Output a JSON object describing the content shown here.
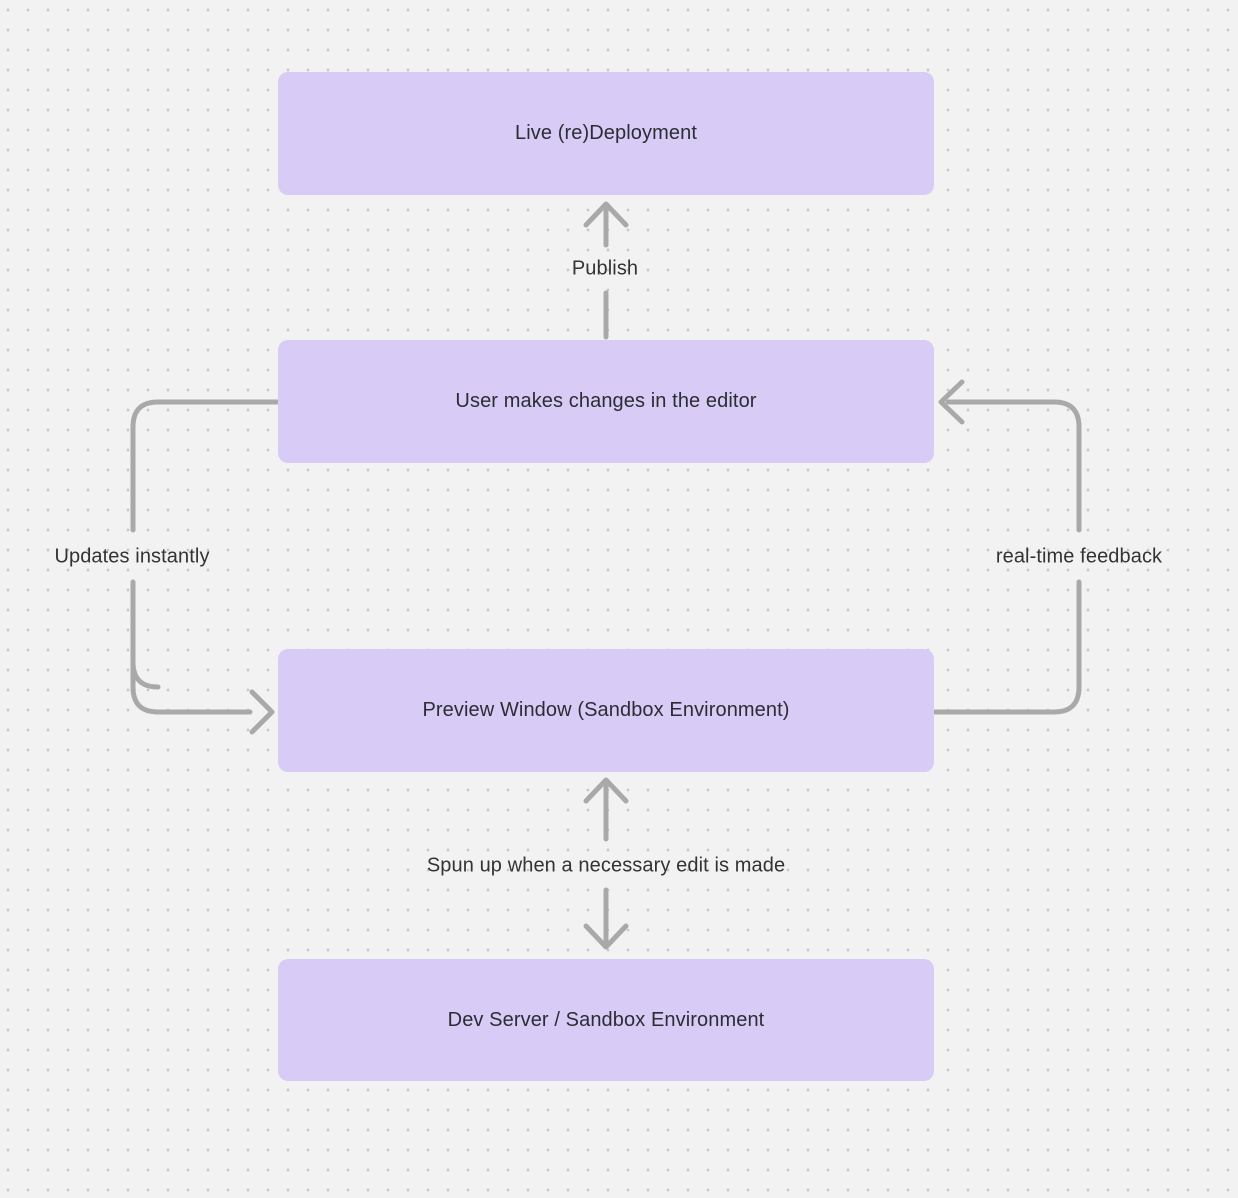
{
  "colors": {
    "background": "#f2f2f2",
    "grid_dot": "#c7c7c7",
    "node_fill": "#d8ccf7",
    "node_text": "#2c2c33",
    "arrow": "#a9a9a9",
    "label_text": "#333333"
  },
  "nodes": [
    {
      "id": "live-redeployment",
      "label": "Live (re)Deployment"
    },
    {
      "id": "user-editor",
      "label": "User makes changes in the editor"
    },
    {
      "id": "preview-window",
      "label": "Preview Window (Sandbox Environment)"
    },
    {
      "id": "dev-server",
      "label": "Dev Server / Sandbox Environment"
    }
  ],
  "edges": [
    {
      "id": "publish",
      "label": "Publish",
      "from": "user-editor",
      "to": "live-redeployment",
      "direction": "up"
    },
    {
      "id": "updates-instantly",
      "label": "Updates instantly",
      "from": "user-editor",
      "to": "preview-window",
      "direction": "left-loop"
    },
    {
      "id": "real-time-feedback",
      "label": "real-time feedback",
      "from": "preview-window",
      "to": "user-editor",
      "direction": "right-loop"
    },
    {
      "id": "spun-up",
      "label": "Spun up when a necessary edit is made",
      "from": "preview-window",
      "to": "dev-server",
      "direction": "bidirectional"
    }
  ]
}
